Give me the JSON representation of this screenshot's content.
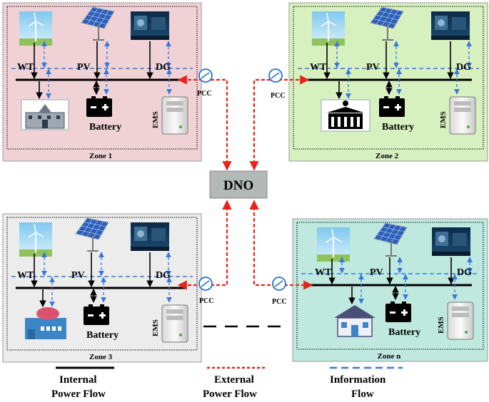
{
  "dno": {
    "label": "DNO"
  },
  "pcc_label": "PCC",
  "colors": {
    "zone1": "#f0d2d6",
    "zone2": "#d7f0c0",
    "zone3": "#ececec",
    "zone4": "#bfe9df",
    "internal_flow": "#000000",
    "external_flow": "#e8231b",
    "information_flow": "#3a78d8",
    "dno_box": "#b3b9b7"
  },
  "zones": [
    {
      "label": "Zone 1",
      "wt": "WT",
      "pv": "PV",
      "dg": "DG",
      "battery": "Battery",
      "ems": "EMS",
      "load_icon": "school-icon"
    },
    {
      "label": "Zone 2",
      "wt": "WT",
      "pv": "PV",
      "dg": "DG",
      "battery": "Battery",
      "ems": "EMS",
      "load_icon": "hospital-icon"
    },
    {
      "label": "Zone 3",
      "wt": "WT",
      "pv": "PV",
      "dg": "DG",
      "battery": "Battery",
      "ems": "EMS",
      "load_icon": "factory-icon"
    },
    {
      "label": "Zone n",
      "wt": "WT",
      "pv": "PV",
      "dg": "DG",
      "battery": "Battery",
      "ems": "EMS",
      "load_icon": "house-icon"
    }
  ],
  "legend": {
    "internal_line1": "Internal",
    "internal_line2": "Power Flow",
    "external_line1": "External",
    "external_line2": "Power Flow",
    "information_line1": "Information",
    "information_line2": "Flow"
  }
}
